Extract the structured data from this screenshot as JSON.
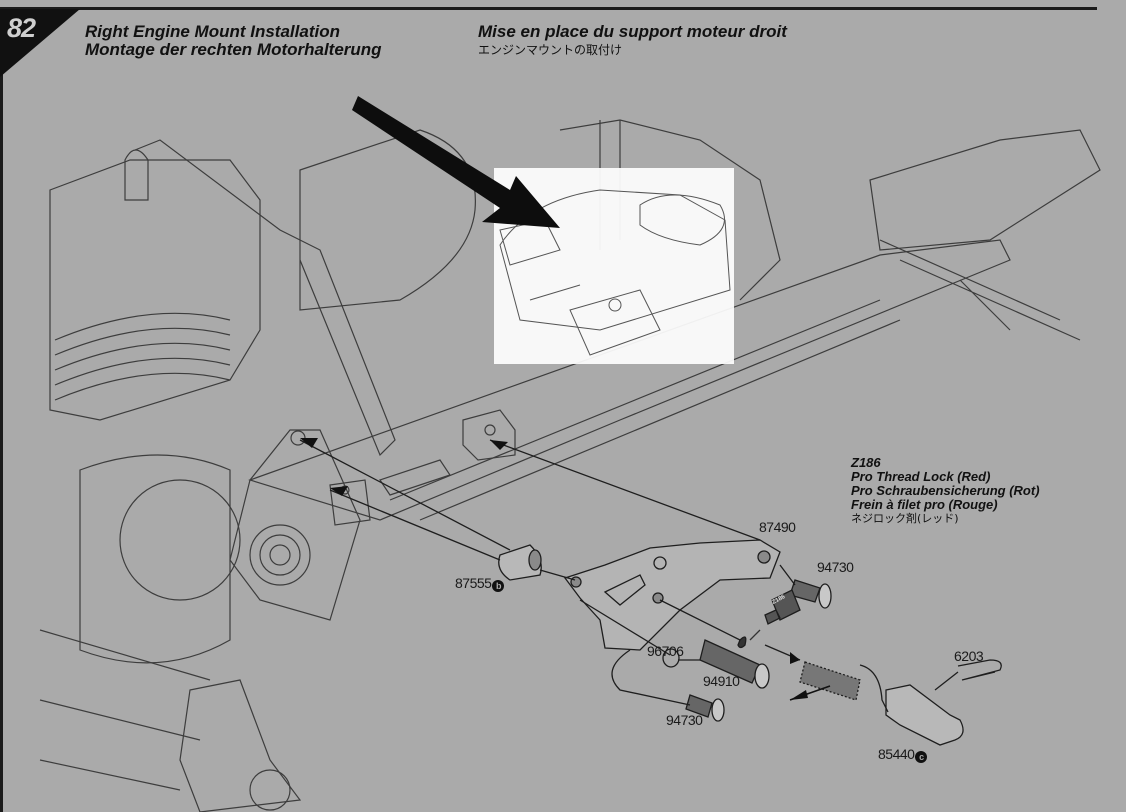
{
  "step": {
    "number": "82",
    "titles": {
      "en": "Right Engine Mount Installation",
      "de": "Montage der rechten Motorhalterung",
      "fr": "Mise en place du support moteur droit",
      "ja": "エンジンマウントの取付け"
    }
  },
  "thread_lock_note": {
    "part_number": "Z186",
    "en": "Pro Thread Lock (Red)",
    "de": "Pro Schraubensicherung (Rot)",
    "fr": "Frein à filet pro (Rouge)",
    "ja": "ネジロック剤(レッド)",
    "bottle_label": "Z186"
  },
  "part_labels": [
    {
      "id": "87490",
      "text": "87490",
      "bag": ""
    },
    {
      "id": "94730-top",
      "text": "94730",
      "bag": ""
    },
    {
      "id": "87555",
      "text": "87555",
      "bag": "b"
    },
    {
      "id": "96706",
      "text": "96706",
      "bag": ""
    },
    {
      "id": "94910",
      "text": "94910",
      "bag": ""
    },
    {
      "id": "94730-bottom",
      "text": "94730",
      "bag": ""
    },
    {
      "id": "6203",
      "text": "6203",
      "bag": ""
    },
    {
      "id": "85440",
      "text": "85440",
      "bag": "c"
    }
  ],
  "icons": {
    "callout_arrow": "big-pointer-arrow",
    "highlight": "highlight-box"
  },
  "colors": {
    "background": "#aaaaaa",
    "ink": "#111111",
    "highlight": "#ffffff"
  }
}
